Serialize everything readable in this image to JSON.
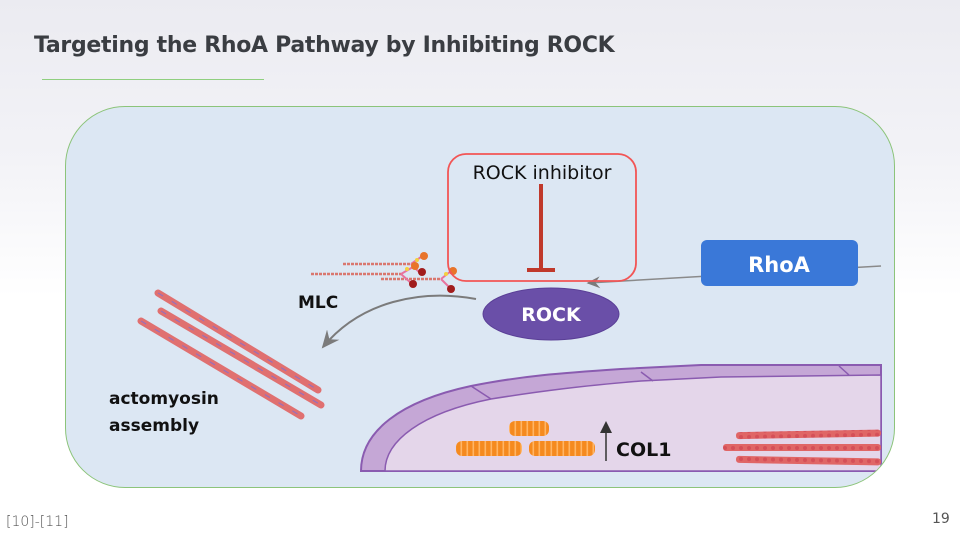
{
  "slide": {
    "title": "Targeting the RhoA Pathway by Inhibiting ROCK",
    "page_number": "19",
    "references": "[10]-[11]"
  },
  "diagram": {
    "nodes": {
      "rhoa": {
        "label": "RhoA",
        "color": "#3a78d8"
      },
      "rock": {
        "label": "ROCK",
        "color": "#6a4fa8"
      },
      "inhibitor": {
        "label": "ROCK inhibitor",
        "color": "#c0392b",
        "box_color": "#f25555"
      }
    },
    "labels": {
      "mlc": "MLC",
      "actomyosin_line1": "actomyosin",
      "actomyosin_line2": "assembly",
      "col1": "COL1"
    },
    "edges": [
      {
        "from": "RhoA",
        "to": "ROCK",
        "type": "activation"
      },
      {
        "from": "ROCK inhibitor",
        "to": "ROCK",
        "type": "inhibition"
      },
      {
        "from": "ROCK",
        "to": "actomyosin assembly",
        "type": "activation"
      }
    ],
    "col1_change": "up"
  }
}
